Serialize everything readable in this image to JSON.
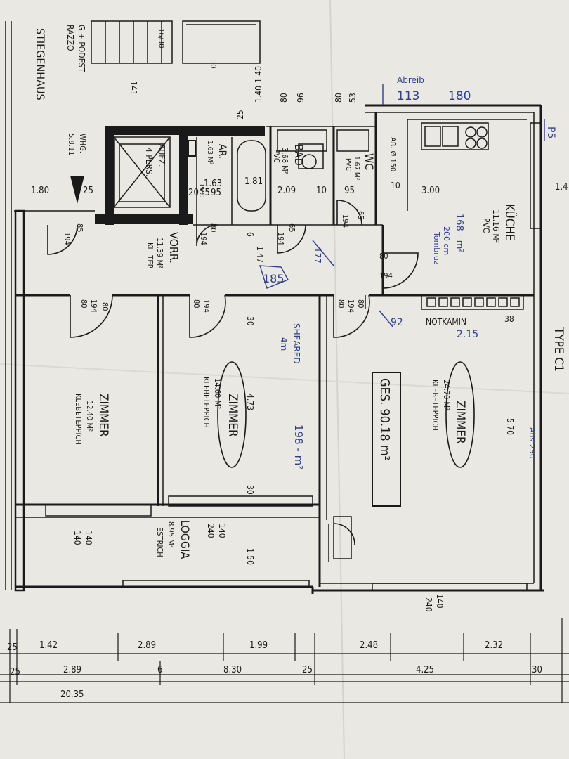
{
  "plan": {
    "type_label": "TYPE C1",
    "stair": {
      "name": "STIEGENHAUS",
      "sub1": "G + PODEST",
      "sub2": "RAZZO",
      "whg": "WHG.",
      "whg_nums": "5.8.11",
      "num_141": "141",
      "num_30": "30",
      "steps": "16/30"
    },
    "rooms": {
      "kueche": {
        "name": "KÜCHE",
        "area": "11.16 M²",
        "floor": "PVC"
      },
      "bad": {
        "name": "BAD",
        "area": "3.68 M²",
        "floor": "PVC"
      },
      "wc": {
        "name": "WC",
        "area": "1.67 M²",
        "floor": "PVC"
      },
      "ar_left": {
        "name": "AR.",
        "area": "1.63 M²",
        "floor": "PVC"
      },
      "ar_right": {
        "name": "AR. Ø 150",
        "area": "",
        "floor": ""
      },
      "aufz": {
        "name": "AUFZ.",
        "sub": "4 PERS."
      },
      "vorr": {
        "name": "VORR.",
        "area": "11.39 M²",
        "floor": "KL. TEP."
      },
      "zimmer_left": {
        "name": "ZIMMER",
        "area": "12.40 M²",
        "floor": "KLEBETEPPICH"
      },
      "zimmer_mid": {
        "name": "ZIMMER",
        "area": "14.60 M²",
        "floor": "KLEBETEPPICH"
      },
      "zimmer_right": {
        "name": "ZIMMER",
        "area": "24.70 M²",
        "floor": "KLEBETEPPICH"
      },
      "loggia": {
        "name": "LOGGIA",
        "area": "8.95 M²",
        "floor": "ESTRICH"
      }
    },
    "total": "GES. 90.18 m²",
    "notkamin": "NOTKAMIN",
    "dims_top": [
      "1.40",
      "1.40",
      "80",
      "96",
      "80",
      "53",
      "25"
    ],
    "dims_row": [
      "1.80",
      "25",
      "1.63",
      "15",
      "20",
      "95",
      "1.81",
      "2.09",
      "10",
      "95",
      "3.00",
      "1.4"
    ],
    "door_labels": [
      "194",
      "85",
      "80",
      "65",
      "194",
      "80",
      "194",
      "65",
      "194",
      "80",
      "194",
      "80",
      "194",
      "80",
      "194",
      "80",
      "194",
      "80"
    ],
    "misc": [
      "6",
      "1.47",
      "30",
      "30",
      "4.73",
      "1.50",
      "5.70",
      "38",
      "140",
      "140",
      "240",
      "140",
      "240",
      "140",
      "10"
    ],
    "bottom_row1": [
      "25",
      "1.42",
      "2.89",
      "1.99",
      "2.48",
      "2.32"
    ],
    "bottom_row2": [
      "25",
      "2.89",
      "6",
      "8.30",
      "25",
      "4.25",
      "30"
    ],
    "bottom_total": "20.35",
    "handwritten": {
      "top_a": "113",
      "top_b": "180",
      "top_note": "Abreib",
      "kitchen_note1": "168 - m²",
      "kitchen_note2": "200 cm",
      "kitchen_note3": "Tombruz",
      "vorr_note": "185",
      "vorr_note2": "177",
      "zimmer_mid_note1": "SHEARED",
      "zimmer_mid_note2": "4m",
      "zimmer_mid_note3": "198 - m²",
      "notkamin_note": "2.15",
      "right_note": "Aus 250",
      "side_note": "P5",
      "small_92": "92"
    }
  }
}
